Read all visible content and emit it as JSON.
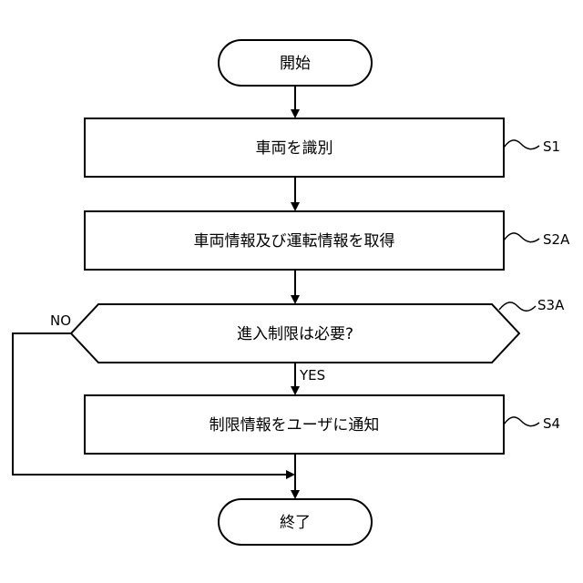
{
  "start": "開始",
  "steps": {
    "s1": "車両を識別",
    "s2a": "車両情報及び運転情報を取得",
    "s3a": "進入制限は必要?",
    "s4": "制限情報をユーザに通知"
  },
  "end": "終了",
  "step_refs": {
    "s1": "S1",
    "s2a": "S2A",
    "s3a": "S3A",
    "s4": "S4"
  },
  "branches": {
    "no": "NO",
    "yes": "YES"
  }
}
